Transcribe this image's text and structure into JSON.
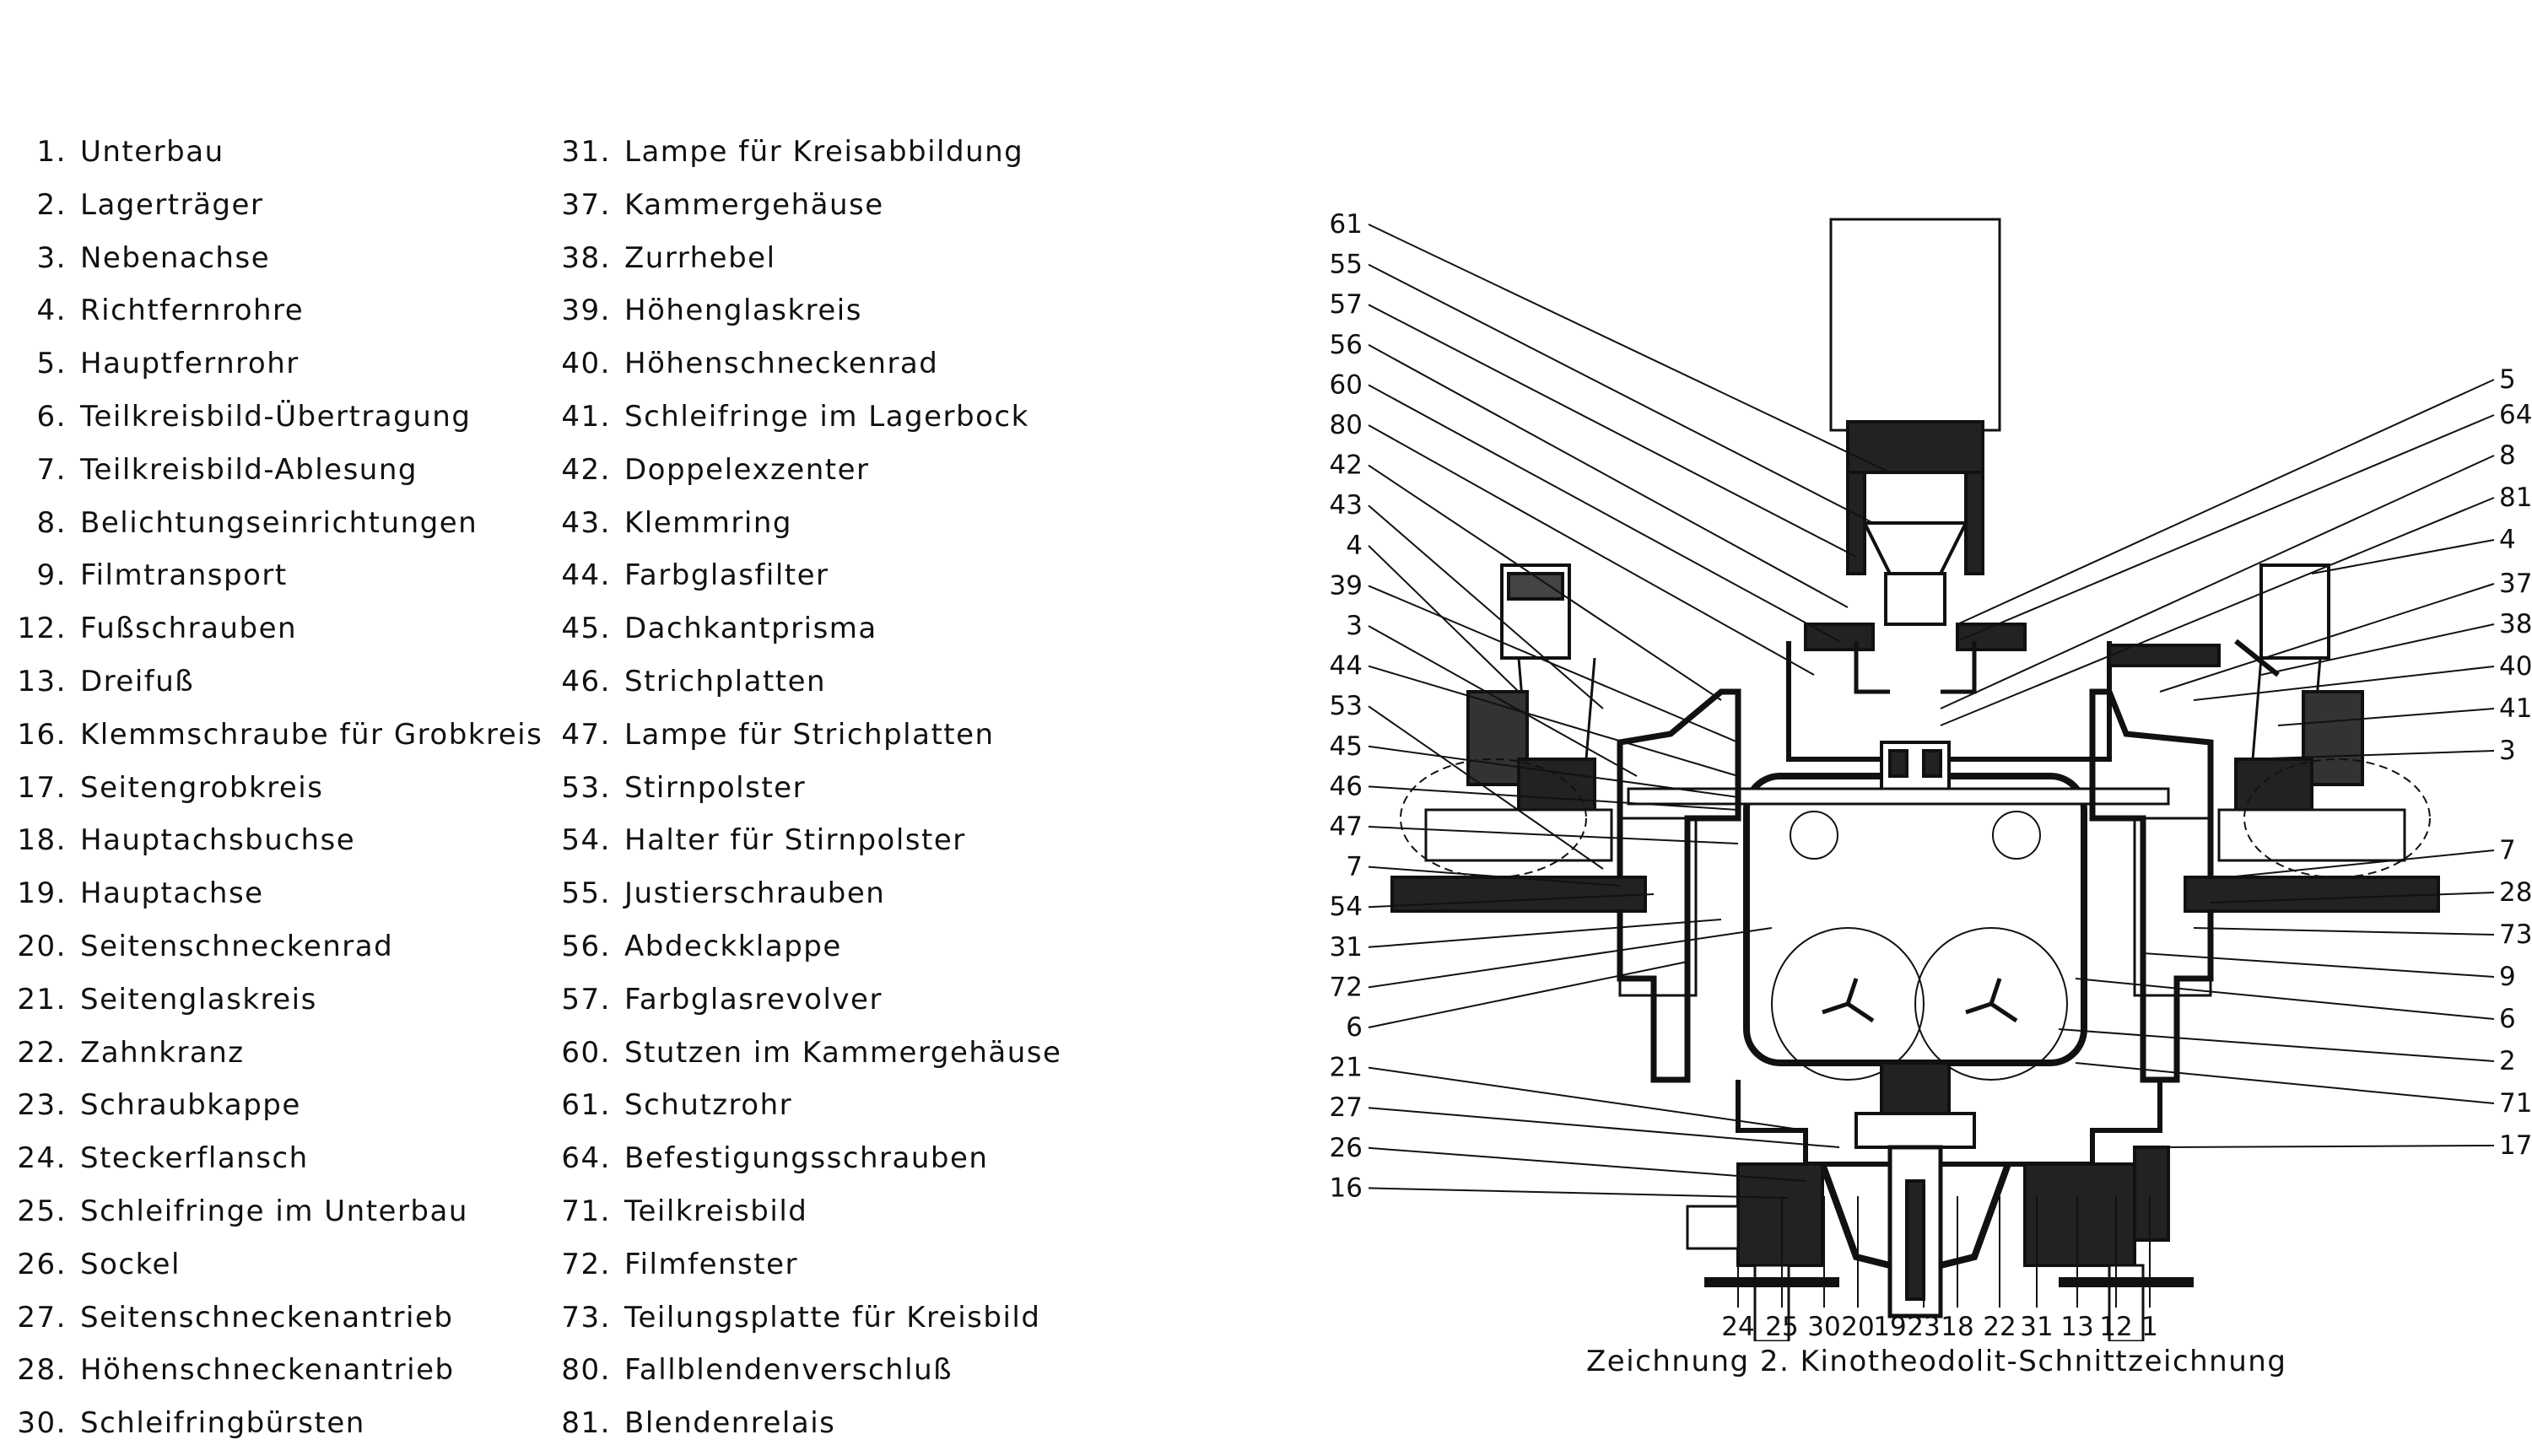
{
  "legend_left": [
    {
      "num": "1.",
      "label": "Unterbau"
    },
    {
      "num": "2.",
      "label": "Lagerträger"
    },
    {
      "num": "3.",
      "label": "Nebenachse"
    },
    {
      "num": "4.",
      "label": "Richtfernrohre"
    },
    {
      "num": "5.",
      "label": "Hauptfernrohr"
    },
    {
      "num": "6.",
      "label": "Teilkreisbild-Übertragung"
    },
    {
      "num": "7.",
      "label": "Teilkreisbild-Ablesung"
    },
    {
      "num": "8.",
      "label": "Belichtungseinrichtungen"
    },
    {
      "num": "9.",
      "label": "Filmtransport"
    },
    {
      "num": "12.",
      "label": "Fußschrauben"
    },
    {
      "num": "13.",
      "label": "Dreifuß"
    },
    {
      "num": "16.",
      "label": "Klemmschraube für Grobkreis"
    },
    {
      "num": "17.",
      "label": "Seitengrobkreis"
    },
    {
      "num": "18.",
      "label": "Hauptachsbuchse"
    },
    {
      "num": "19.",
      "label": "Hauptachse"
    },
    {
      "num": "20.",
      "label": "Seitenschneckenrad"
    },
    {
      "num": "21.",
      "label": "Seitenglaskreis"
    },
    {
      "num": "22.",
      "label": "Zahnkranz"
    },
    {
      "num": "23.",
      "label": "Schraubkappe"
    },
    {
      "num": "24.",
      "label": "Steckerflansch"
    },
    {
      "num": "25.",
      "label": "Schleifringe im Unterbau"
    },
    {
      "num": "26.",
      "label": "Sockel"
    },
    {
      "num": "27.",
      "label": "Seitenschneckenantrieb"
    },
    {
      "num": "28.",
      "label": "Höhenschneckenantrieb"
    },
    {
      "num": "30.",
      "label": "Schleifringbürsten"
    }
  ],
  "legend_right": [
    {
      "num": "31.",
      "label": "Lampe für Kreisabbildung"
    },
    {
      "num": "37.",
      "label": "Kammergehäuse"
    },
    {
      "num": "38.",
      "label": "Zurrhebel"
    },
    {
      "num": "39.",
      "label": "Höhenglaskreis"
    },
    {
      "num": "40.",
      "label": "Höhenschneckenrad"
    },
    {
      "num": "41.",
      "label": "Schleifringe im Lagerbock"
    },
    {
      "num": "42.",
      "label": "Doppelexzenter"
    },
    {
      "num": "43.",
      "label": "Klemmring"
    },
    {
      "num": "44.",
      "label": "Farbglasfilter"
    },
    {
      "num": "45.",
      "label": "Dachkantprisma"
    },
    {
      "num": "46.",
      "label": "Strichplatten"
    },
    {
      "num": "47.",
      "label": "Lampe für Strichplatten"
    },
    {
      "num": "53.",
      "label": "Stirnpolster"
    },
    {
      "num": "54.",
      "label": "Halter für Stirnpolster"
    },
    {
      "num": "55.",
      "label": "Justierschrauben"
    },
    {
      "num": "56.",
      "label": "Abdeckklappe"
    },
    {
      "num": "57.",
      "label": "Farbglasrevolver"
    },
    {
      "num": "60.",
      "label": "Stutzen im Kammergehäuse"
    },
    {
      "num": "61.",
      "label": "Schutzrohr"
    },
    {
      "num": "64.",
      "label": "Befestigungsschrauben"
    },
    {
      "num": "71.",
      "label": "Teilkreisbild"
    },
    {
      "num": "72.",
      "label": "Filmfenster"
    },
    {
      "num": "73.",
      "label": "Teilungsplatte für Kreisbild"
    },
    {
      "num": "80.",
      "label": "Fallblendenverschluß"
    },
    {
      "num": "81.",
      "label": "Blendenrelais"
    }
  ],
  "diagram": {
    "callouts_left": [
      "61",
      "55",
      "57",
      "56",
      "60",
      "80",
      "42",
      "43",
      "4",
      "39",
      "3",
      "44",
      "53",
      "45",
      "46",
      "47",
      "7",
      "54",
      "31",
      "72",
      "6",
      "21",
      "27",
      "26",
      "16"
    ],
    "callouts_right": [
      "5",
      "64",
      "8",
      "81",
      "4",
      "37",
      "38",
      "40",
      "41",
      "3",
      "7",
      "28",
      "73",
      "9",
      "6",
      "2",
      "71",
      "17"
    ],
    "callouts_bottom": [
      "24",
      "25",
      "30",
      "20",
      "19",
      "23",
      "18",
      "22",
      "31",
      "13",
      "12",
      "1"
    ]
  },
  "caption": "Zeichnung 2.   Kinotheodolit-Schnittzeichnung"
}
